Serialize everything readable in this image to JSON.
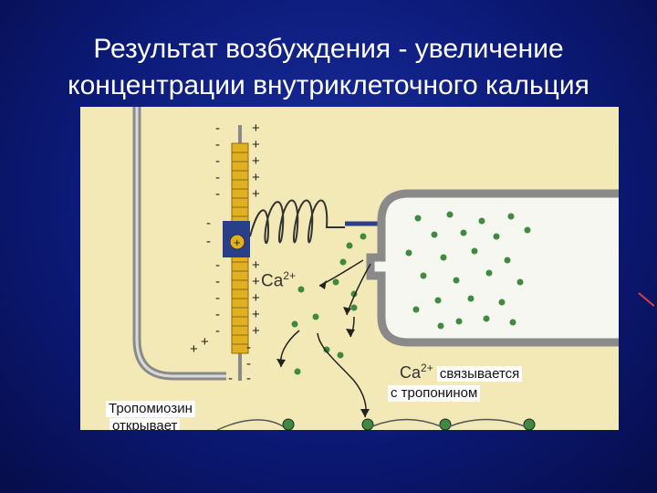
{
  "slide": {
    "title_line1": "Результат возбуждения - увеличение",
    "title_line2": "концентрации внутриклеточного кальция"
  },
  "diagram": {
    "ion_label": "Ca",
    "ion_charge": "2+",
    "binds_line1": "связывается",
    "binds_line2": "с тропонином",
    "tropomyosin_line1": "Тропомиозин",
    "tropomyosin_line2": "открывает",
    "plus": "+",
    "minus": "-",
    "colors": {
      "background": "#f2e9b6",
      "membrane": "#8a8a8a",
      "channel": "#e0b020",
      "sensor": "#2a3f8a",
      "calcium": "#3f8a3f"
    }
  }
}
